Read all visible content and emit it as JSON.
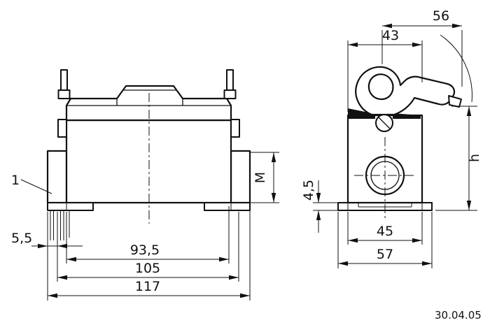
{
  "meta": {
    "date_stamp": "30.04.05"
  },
  "front_view": {
    "part_label": "1",
    "dims": {
      "flange_lip": "5,5",
      "body_width": "93,5",
      "hole_spacing": "105",
      "overall_width": "117",
      "flange_height": "M"
    }
  },
  "side_view": {
    "dims": {
      "lever_reach": "56",
      "top_width": "43",
      "base_height": "4,5",
      "overall_height": "h",
      "body_depth": "45",
      "base_depth": "57"
    }
  }
}
